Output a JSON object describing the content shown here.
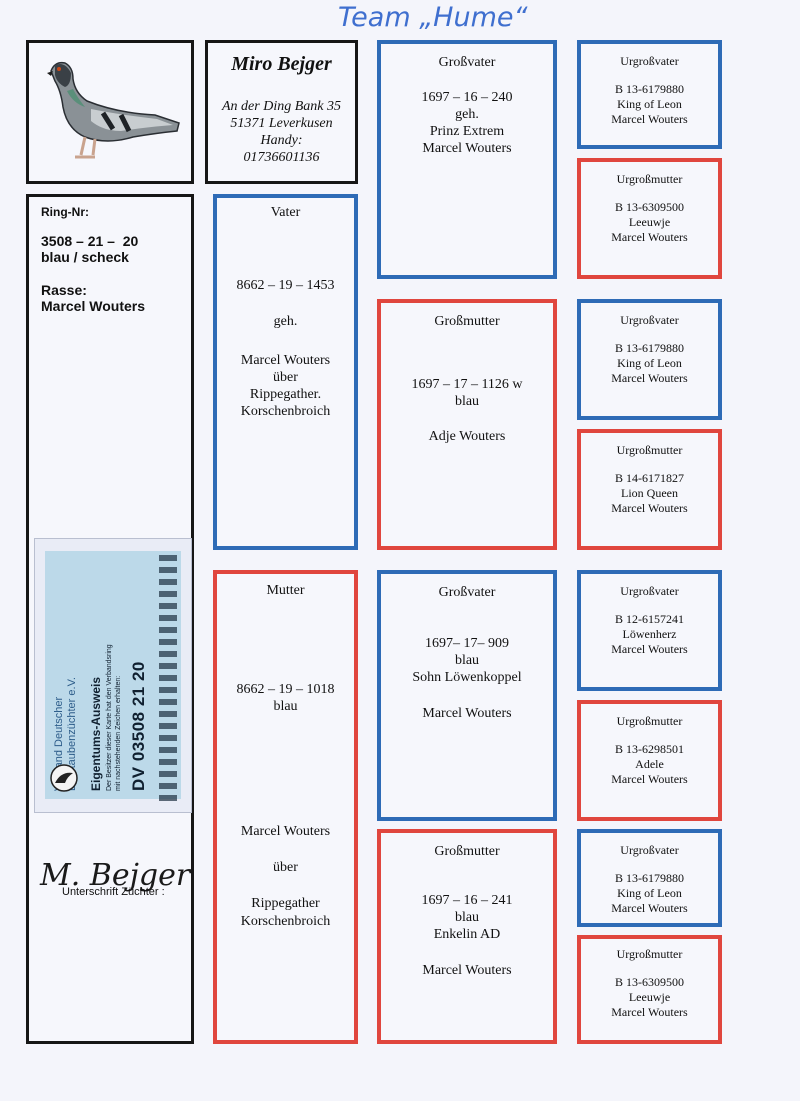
{
  "header": {
    "team": "Team „Hume“"
  },
  "breeder": {
    "name": "Miro Bejger",
    "address": [
      "An der Ding Bank 35",
      "51371 Leverkusen",
      "Handy:",
      "01736601136"
    ]
  },
  "pigeon": {
    "ring_label": "Ring-Nr:",
    "ring_number": "3508 – 21 –  20",
    "color": "blau / scheck",
    "breed_label": "Rasse:",
    "breed": "Marcel Wouters"
  },
  "id_card": {
    "org_line1": "Verband Deutscher",
    "org_line2": "Brieftaubenzüchter e.V.",
    "title": "Eigentums-Ausweis",
    "text1": "Der Besitzer dieser Karte hat den Verbandsring",
    "text2": "mit nachstehenden Zeichen erhalten:",
    "number": "DV 03508 21 20"
  },
  "signature": {
    "name": "M. Bejger",
    "label": "Unterschrift Züchter :"
  },
  "father": {
    "title": "Vater",
    "ring": "8662 – 19 – 1453",
    "sex": "geh.",
    "lines": [
      "Marcel Wouters",
      "über",
      "Rippegather.",
      "Korschenbroich"
    ]
  },
  "mother": {
    "title": "Mutter",
    "ring": "8662 – 19 – 1018",
    "color": "blau",
    "lines": [
      "Marcel Wouters",
      "über",
      "Rippegather",
      "Korschenbroich"
    ]
  },
  "gf_paternal": {
    "title": "Großvater",
    "lines": [
      "1697 – 16 – 240",
      "geh.",
      "Prinz Extrem",
      "Marcel Wouters"
    ]
  },
  "gm_paternal": {
    "title": "Großmutter",
    "lines": [
      "1697 – 17 – 1126 w",
      "blau",
      "Adje Wouters"
    ]
  },
  "gf_maternal": {
    "title": "Großvater",
    "lines": [
      "1697– 17– 909",
      "blau",
      "Sohn Löwenkoppel",
      "Marcel Wouters"
    ]
  },
  "gm_maternal": {
    "title": "Großmutter",
    "lines": [
      "1697 – 16 – 241",
      "blau",
      "Enkelin AD",
      "Marcel Wouters"
    ]
  },
  "great": [
    {
      "title": "Urgroßvater",
      "ring": "B 13-6179880",
      "name": "King of Leon",
      "breeder": "Marcel Wouters"
    },
    {
      "title": "Urgroßmutter",
      "ring": "B 13-6309500",
      "name": "Leeuwje",
      "breeder": "Marcel Wouters"
    },
    {
      "title": "Urgroßvater",
      "ring": "B 13-6179880",
      "name": "King of Leon",
      "breeder": "Marcel Wouters"
    },
    {
      "title": "Urgroßmutter",
      "ring": "B 14-6171827",
      "name": "Lion Queen",
      "breeder": "Marcel Wouters"
    },
    {
      "title": "Urgroßvater",
      "ring": "B 12-6157241",
      "name": "Löwenherz",
      "breeder": "Marcel Wouters"
    },
    {
      "title": "Urgroßmutter",
      "ring": "B 13-6298501",
      "name": "Adele",
      "breeder": "Marcel Wouters"
    },
    {
      "title": "Urgroßvater",
      "ring": "B 13-6179880",
      "name": "King of Leon",
      "breeder": "Marcel Wouters"
    },
    {
      "title": "Urgroßmutter",
      "ring": "B 13-6309500",
      "name": "Leeuwje",
      "breeder": "Marcel Wouters"
    }
  ]
}
